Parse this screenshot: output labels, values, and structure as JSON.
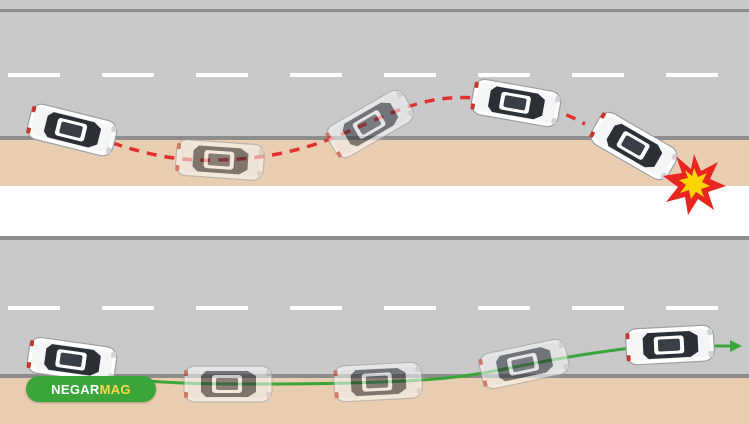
{
  "watermark": {
    "part_a": "NEGAR",
    "part_b": "MAG"
  },
  "colors": {
    "road": "#c9c9c9",
    "road_edge": "#8d8d8d",
    "shoulder": "#e8cdb0",
    "lane_dash": "#ffffff",
    "path_unsafe": "#e03030",
    "path_safe": "#3aa63a",
    "crash": "#e8251e",
    "crash_core": "#ffd400",
    "car_body": "#ffffff",
    "car_glass": "#2b2f36"
  },
  "icons": {
    "car": "car-icon",
    "ghost_car": "ghost-car-icon",
    "crash": "crash-burst-icon",
    "arrow": "arrow-head-icon"
  },
  "scenarios": [
    {
      "name": "unsafe-lane-return",
      "outcome": "crash"
    },
    {
      "name": "safe-lane-return",
      "outcome": "continue"
    }
  ]
}
